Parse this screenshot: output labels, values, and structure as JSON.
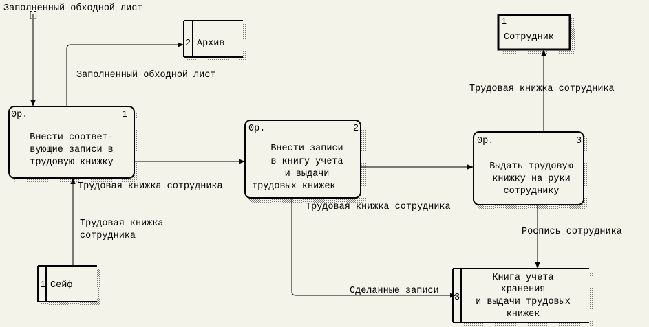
{
  "diagram": {
    "external_entities": [
      {
        "id": "sotrudnik",
        "num": "1",
        "label": "Сотрудник"
      }
    ],
    "processes": [
      {
        "id": "p1",
        "op": "0р.",
        "num": "1",
        "lines": [
          "Внести соответ-",
          "вующие записи  в",
          "трудовую книжку"
        ]
      },
      {
        "id": "p2",
        "op": "0р.",
        "num": "2",
        "lines": [
          "Внести записи",
          "в книгу учета",
          "и выдачи",
          "трудовых книжек"
        ]
      },
      {
        "id": "p3",
        "op": "0р.",
        "num": "3",
        "lines": [
          "Выдать трудовую",
          "книжку на руки",
          "сотруднику"
        ]
      }
    ],
    "data_stores": [
      {
        "id": "arhiv",
        "num": "2",
        "lines": [
          "Архив"
        ]
      },
      {
        "id": "seyf",
        "num": "1",
        "lines": [
          "Сейф"
        ]
      },
      {
        "id": "kniga",
        "num": "3",
        "lines": [
          "Книга учета",
          "хранения",
          "и выдачи трудовых",
          "книжек"
        ]
      }
    ],
    "tunnel_marker": "[]",
    "flows": [
      {
        "id": "f-in-top",
        "label": "Заполненный обходной лист"
      },
      {
        "id": "f-to-arhiv",
        "label": "Заполненный обходной лист"
      },
      {
        "id": "f-p1-p2",
        "label": "Трудовая книжка сотрудника"
      },
      {
        "id": "f-seyf-p1",
        "lines": [
          "Трудовая книжка",
          "сотрудника"
        ]
      },
      {
        "id": "f-p2-p3",
        "label": "Трудовая книжка сотрудника"
      },
      {
        "id": "f-p3-sotrudnik",
        "label": "Трудовая книжка сотрудника"
      },
      {
        "id": "f-p3-kniga",
        "label": "Роспись сотрудника"
      },
      {
        "id": "f-p2-kniga",
        "label": "Сделанные записи"
      }
    ]
  }
}
